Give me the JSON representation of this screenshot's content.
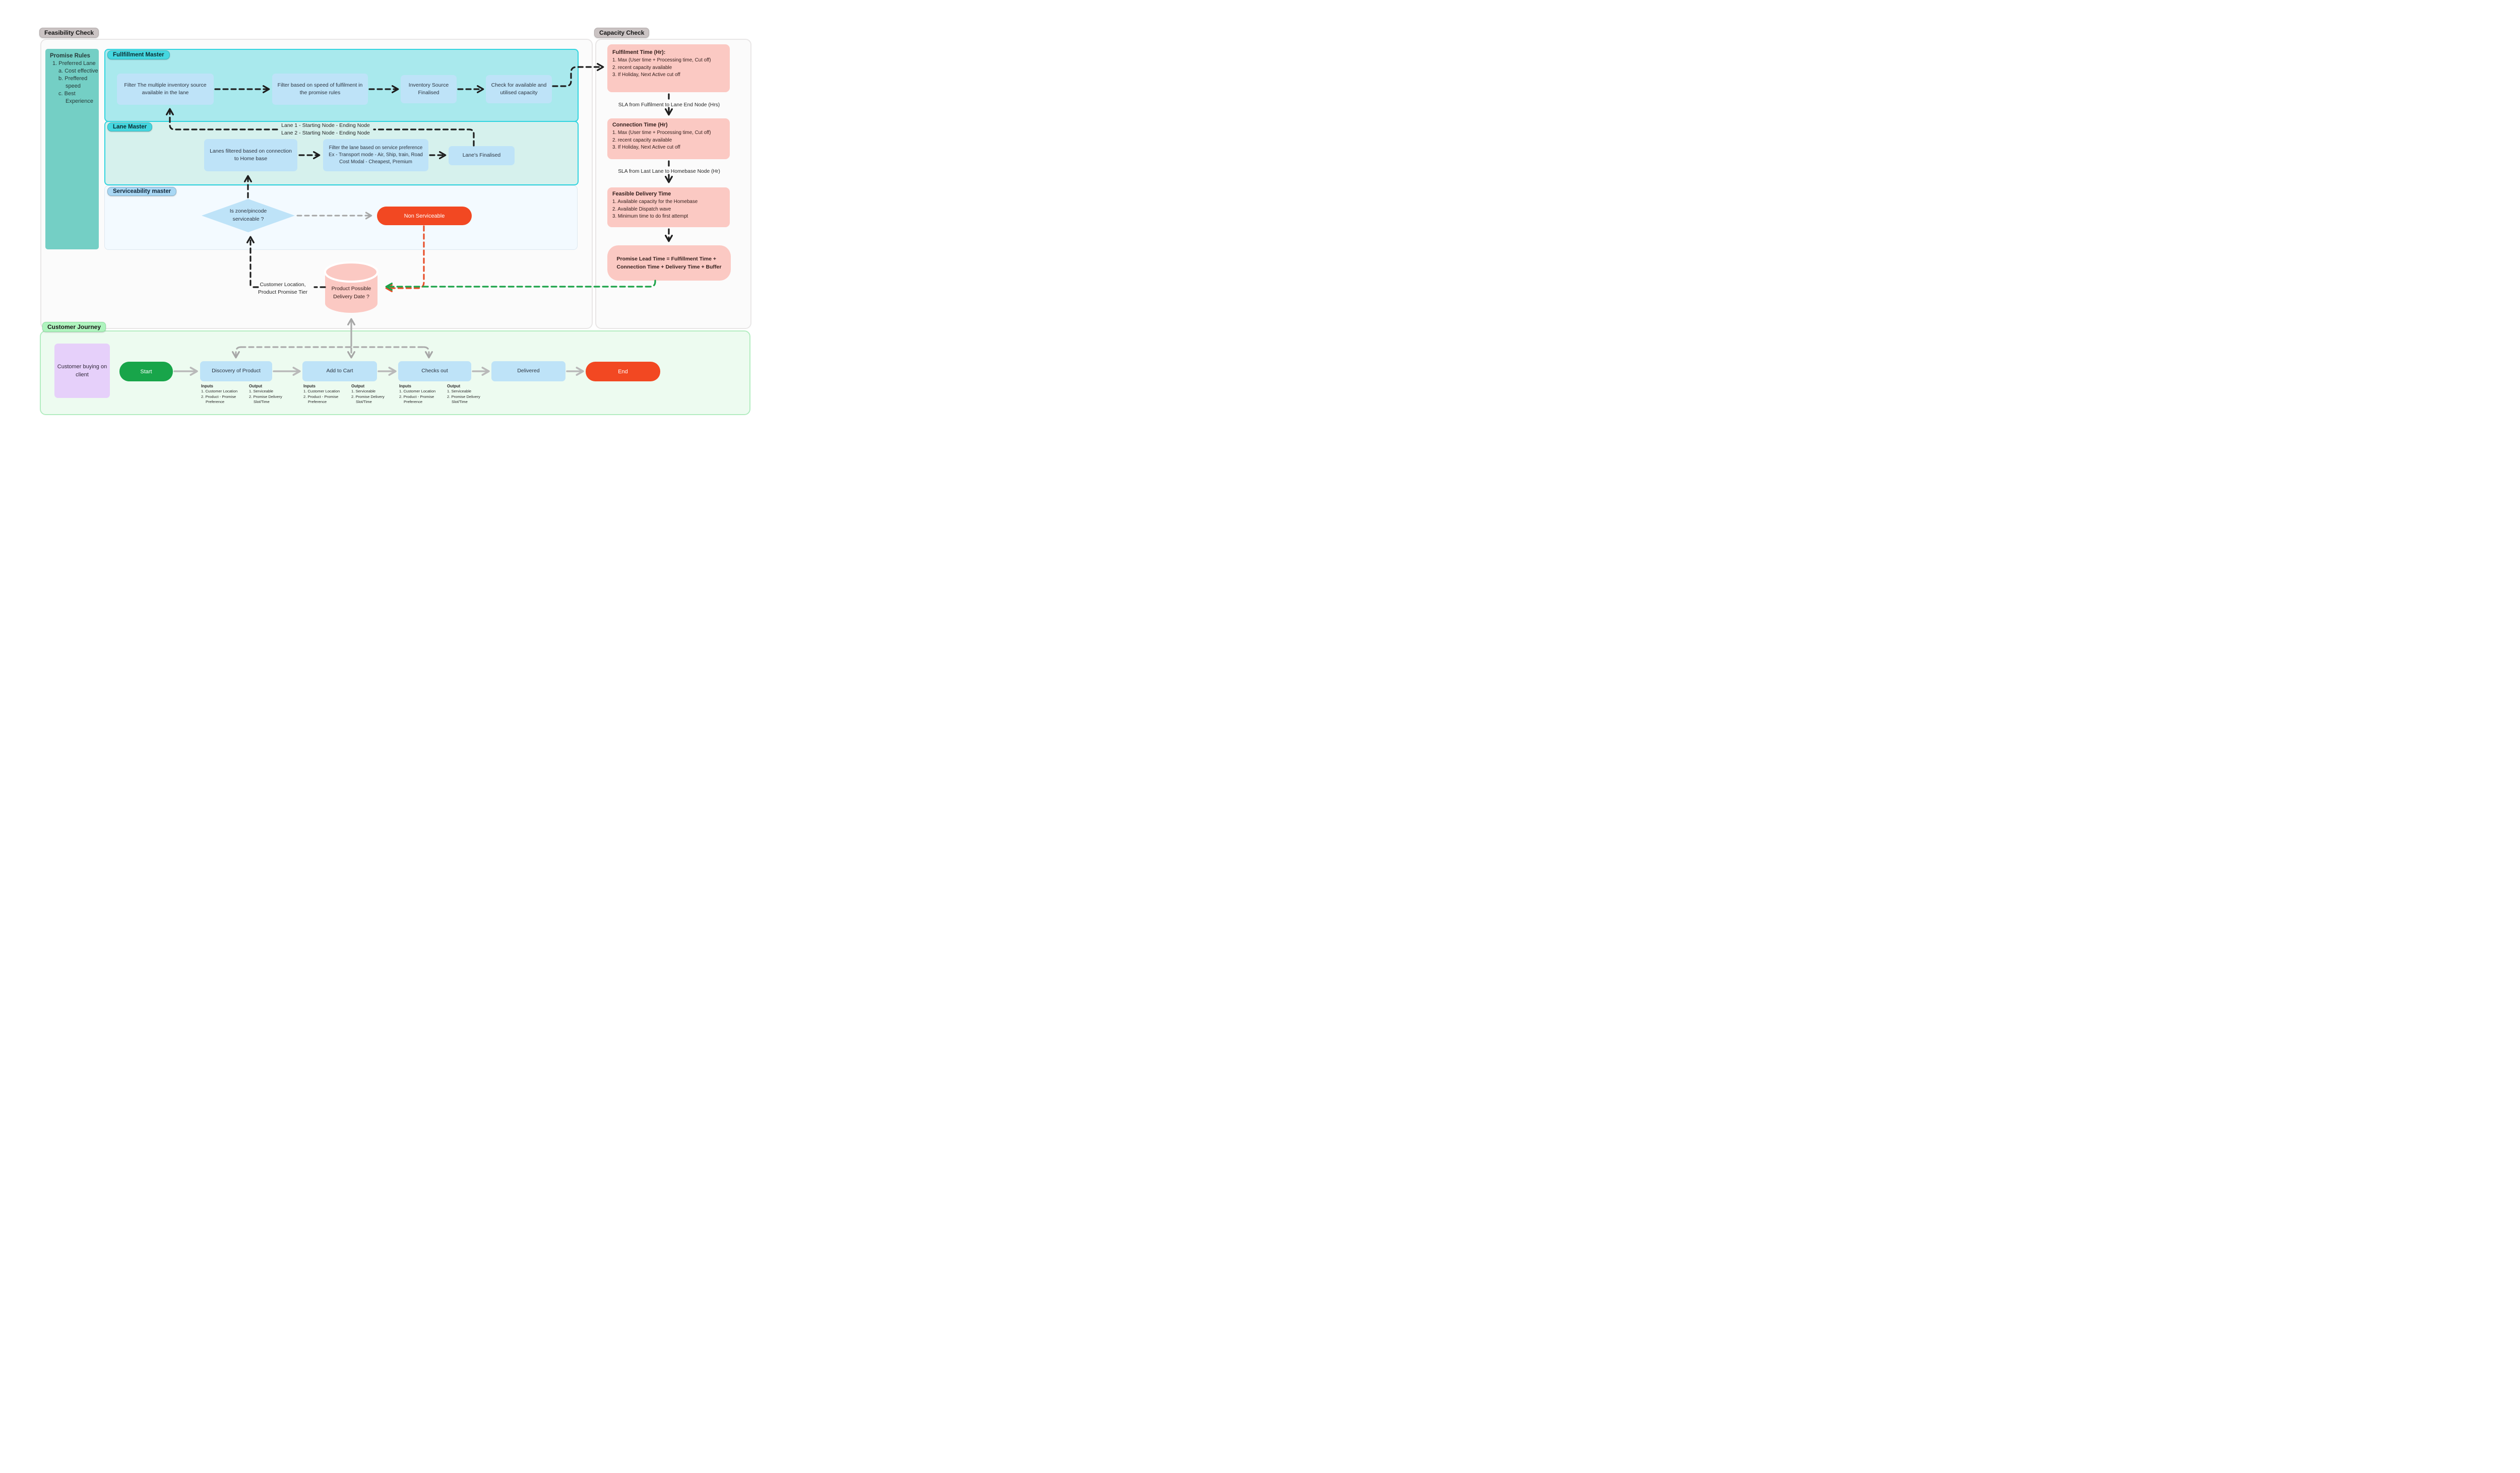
{
  "board": {
    "feasibility_label": "Feasibility Check",
    "capacity_label": "Capacity Check",
    "journey_label": "Customer Journey"
  },
  "promise_rules": {
    "title": "Promise Rules",
    "item": "1. Preferred Lane",
    "subitems": [
      "a. Cost effective",
      "b. Preffered speed",
      "c. Best Experience"
    ]
  },
  "fulfillment": {
    "tag": "Fullfillment Master",
    "steps": [
      "Filter The multiple inventory source available in the lane",
      "Filter based on speed of fulfilment in the promise rules",
      "Inventory Source Finalised",
      "Check for available and utilised capacity"
    ]
  },
  "lane": {
    "tag": "Lane Master",
    "notes": [
      "Lane 1 - Starting Node - Ending Node",
      "Lane 2 - Starting Node - Ending Node"
    ],
    "steps": [
      "Lanes filtered based on connection to Home base",
      "Filter the lane based on service preference\nEx - Transport mode - Air, Ship, train, Road\nCost Modal - Cheapest, Premium",
      "Lane's Finalised"
    ]
  },
  "serviceability": {
    "tag": "Serviceability master",
    "decision": "Is zone/pincode\nserviceable ?",
    "non_serviceable": "Non Serviceable"
  },
  "capacity": {
    "boxes": [
      {
        "title": "Fulfilment Time (Hr):",
        "items": [
          "1. Max (User time + Processing time, Cut off)",
          "2. recent capacity available",
          "3. If Holiday, Next Active cut off"
        ]
      },
      {
        "title": "Connection Time (Hr)",
        "items": [
          "1. Max (User time + Processing time, Cut off)",
          "2. recent capacity available",
          "3. If Holiday, Next Active cut off"
        ]
      },
      {
        "title": "Feasible Delivery Time",
        "items": [
          "1. Available capacity for the Homebase",
          "2. Available Dispatch wave",
          "3. Minimum time to do first attempt"
        ]
      }
    ],
    "sla_labels": [
      "SLA from Fulfilment to Lane End Node (Hrs)",
      "SLA from Last Lane to Homebase Node (Hr)"
    ],
    "promise_lead_time": "Promise Lead Time = Fulfillment Time +\nConnection Time + Delivery Time + Buffer"
  },
  "lookup": {
    "cylinder_label": "Product Possible\nDelivery Date ?",
    "input_label": "Customer Location,\nProduct Promise Tier"
  },
  "journey": {
    "client_note": "Customer buying\non client",
    "start": "Start",
    "end": "End",
    "steps": [
      "Discovery of Product",
      "Add to Cart",
      "Checks out",
      "Delivered"
    ],
    "io": {
      "inputs_title": "Inputs",
      "inputs": [
        "1. Customer Location",
        "2. Product - Promise Preference"
      ],
      "output_title": "Output",
      "outputs": [
        "1. Serviceable",
        "2. Promise Delivery Slot/Time"
      ]
    }
  },
  "colors": {
    "teal_panel": "#74CFC5",
    "cyan_tag": "#45D7E0",
    "cyan_section_bg": "#A9E9ED",
    "cyan_border": "#2FD4DF",
    "lane_section_bg": "#D6F1ED",
    "serviceability_tag": "#A8D7F4",
    "serviceability_bg": "#F3FAFF",
    "node_blue": "#BEE3F8",
    "pink": "#FBC9C3",
    "red": "#F24822",
    "green": "#18A54A",
    "purple": "#E6D0FA",
    "journey_bg": "#EDFBF0",
    "journey_border": "#B2ECC0",
    "label_gray": "#CAC3C3",
    "label_green": "#AFF4BE",
    "arrow_black": "#1E1E1E",
    "arrow_gray": "#ACACAC",
    "arrow_red": "#E8502B",
    "arrow_green": "#1CA349"
  }
}
